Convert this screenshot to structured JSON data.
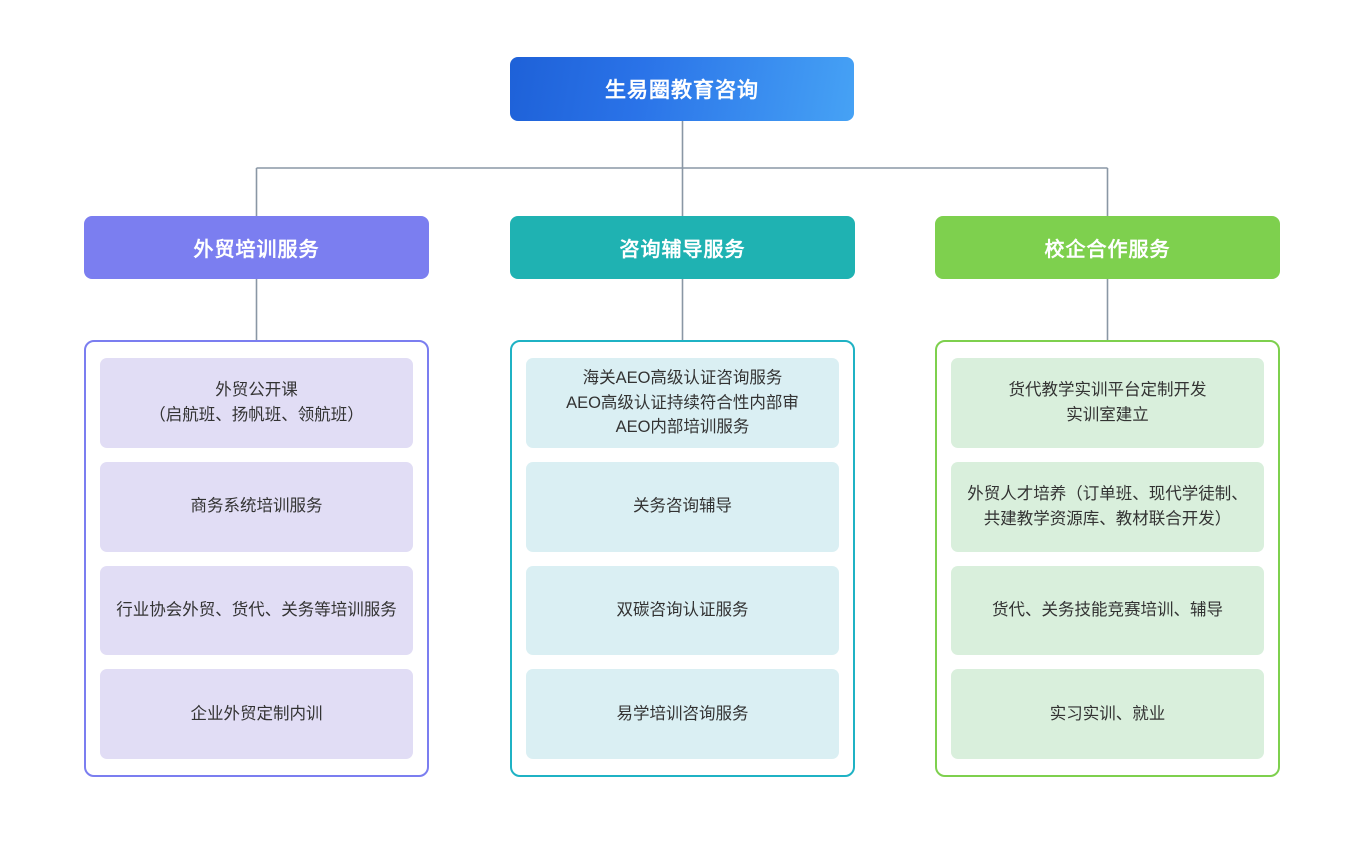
{
  "root": {
    "label": "生易圈教育咨询",
    "color": "#2a73e8"
  },
  "columns": [
    {
      "key": "training",
      "header": "外贸培训服务",
      "header_color": "#7b7ef0",
      "border_color": "#7b7ef0",
      "card_color": "#e1ddf5",
      "items": [
        "外贸公开课\n（启航班、扬帆班、领航班）",
        "商务系统培训服务",
        "行业协会外贸、货代、关务等培训服务",
        "企业外贸定制内训"
      ]
    },
    {
      "key": "consulting",
      "header": "咨询辅导服务",
      "header_color": "#1fb2b2",
      "border_color": "#1fb2c4",
      "card_color": "#daeff3",
      "items": [
        "海关AEO高级认证咨询服务\nAEO高级认证持续符合性内部审\nAEO内部培训服务",
        "关务咨询辅导",
        "双碳咨询认证服务",
        "易学培训咨询服务"
      ]
    },
    {
      "key": "school-enterprise",
      "header": "校企合作服务",
      "header_color": "#7ed04e",
      "border_color": "#7ed04e",
      "card_color": "#d9efdc",
      "items": [
        "货代教学实训平台定制开发\n实训室建立",
        "外贸人才培养（订单班、现代学徒制、共建教学资源库、教材联合开发）",
        "货代、关务技能竞赛培训、辅导",
        "实习实训、就业"
      ]
    }
  ],
  "connector": {
    "color": "#8a97a5"
  }
}
